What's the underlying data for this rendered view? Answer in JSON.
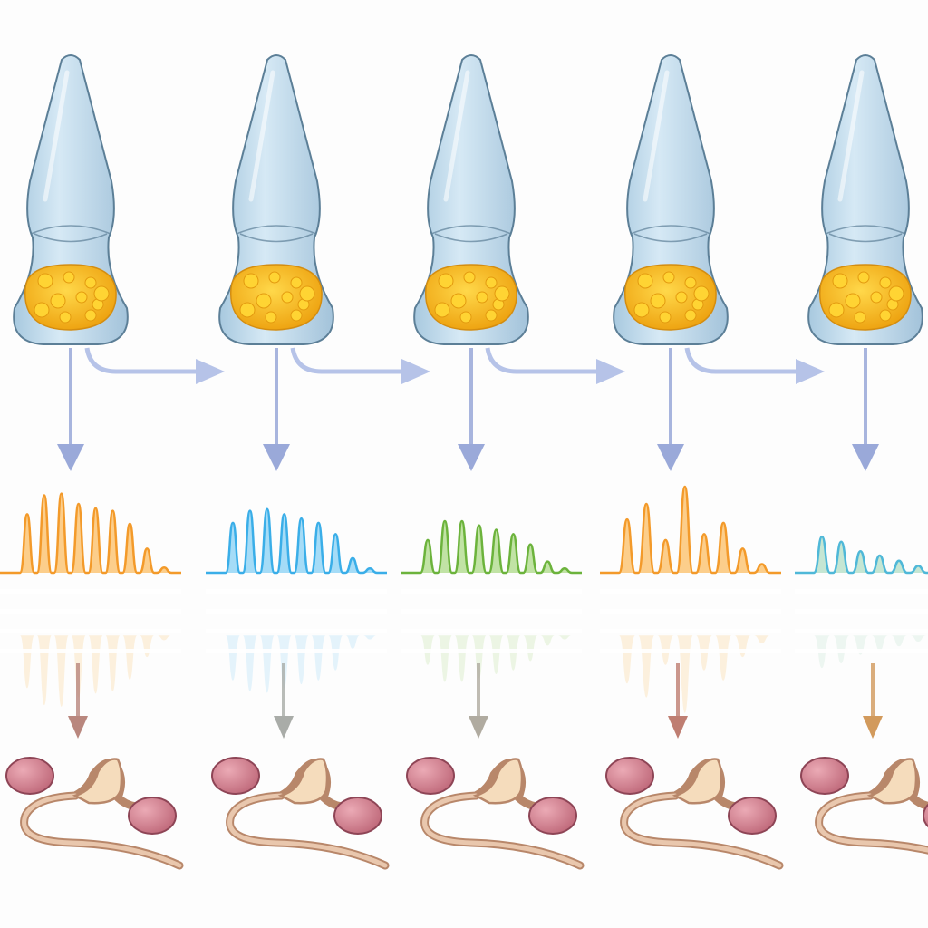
{
  "diagram": {
    "columns": [
      {
        "cell_center": 78,
        "trace_color": "#f39a2a",
        "trace_fill": "#fbc26e",
        "out_arrow_color": "#b9877e",
        "peaks": [
          0.68,
          0.9,
          0.92,
          0.8,
          0.75,
          0.72,
          0.57,
          0.28,
          0.06
        ],
        "side_arrow": true
      },
      {
        "cell_center": 305,
        "trace_color": "#3aaee8",
        "trace_fill": "#8fd3f5",
        "out_arrow_color": "#a9aca8",
        "peaks": [
          0.58,
          0.72,
          0.74,
          0.68,
          0.63,
          0.58,
          0.45,
          0.17,
          0.05
        ],
        "side_arrow": true
      },
      {
        "cell_center": 520,
        "trace_color": "#6cb33c",
        "trace_fill": "#b2dc8e",
        "out_arrow_color": "#b0aba0",
        "peaks": [
          0.38,
          0.6,
          0.6,
          0.55,
          0.5,
          0.45,
          0.33,
          0.13,
          0.05
        ],
        "side_arrow": true
      },
      {
        "cell_center": 740,
        "trace_color": "#f39a2a",
        "trace_fill": "#fbc26e",
        "out_arrow_color": "#bf7e72",
        "peaks": [
          0.62,
          0.8,
          0.38,
          1.0,
          0.45,
          0.58,
          0.28,
          0.1
        ],
        "side_arrow": true
      },
      {
        "cell_center": 955,
        "trace_color": "#4fb8d8",
        "trace_fill": "#b6e0c8",
        "out_arrow_color": "#d29a5c",
        "peaks": [
          0.42,
          0.36,
          0.25,
          0.2,
          0.14,
          0.08,
          0.05,
          0.04
        ],
        "side_arrow": false
      }
    ],
    "colors": {
      "cell_body": "#b9d7ea",
      "cell_outline": "#5c7f97",
      "granules": "#f4b21c",
      "signal_arrow": "#9aa9d9",
      "neuron_soma": "#f5dcbc",
      "neuron_outline": "#b8876a",
      "target_cell": "#d98a9a"
    }
  }
}
